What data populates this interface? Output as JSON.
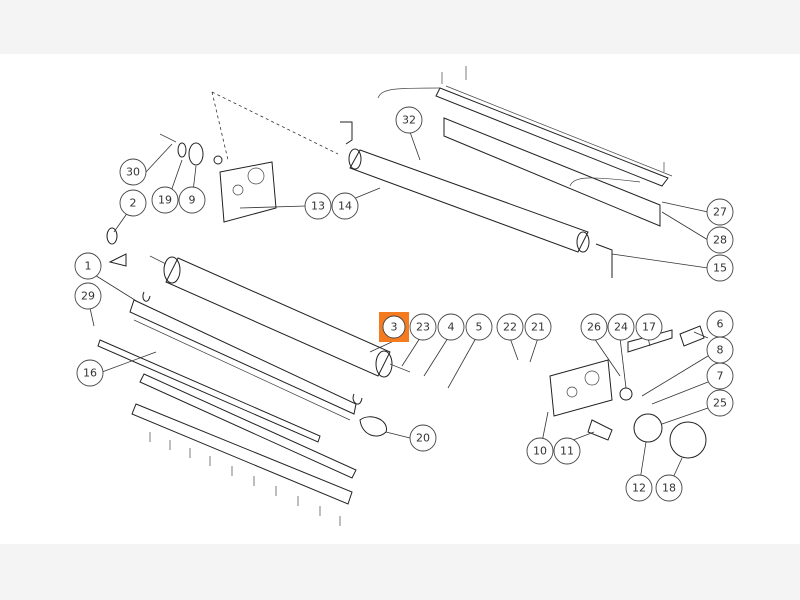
{
  "colors": {
    "highlight": "#F47B20",
    "line": "#222222",
    "callout_stroke": "#444444",
    "background": "#ffffff",
    "frame": "#f4f4f4"
  },
  "callouts": [
    {
      "id": "c30",
      "label": "30"
    },
    {
      "id": "c19",
      "label": "19"
    },
    {
      "id": "c9",
      "label": "9"
    },
    {
      "id": "c13",
      "label": "13"
    },
    {
      "id": "c14",
      "label": "14"
    },
    {
      "id": "c32",
      "label": "32"
    },
    {
      "id": "c27",
      "label": "27"
    },
    {
      "id": "c28",
      "label": "28"
    },
    {
      "id": "c15",
      "label": "15"
    },
    {
      "id": "c2",
      "label": "2"
    },
    {
      "id": "c1",
      "label": "1"
    },
    {
      "id": "c29",
      "label": "29"
    },
    {
      "id": "c16",
      "label": "16"
    },
    {
      "id": "c3",
      "label": "3",
      "highlight": true
    },
    {
      "id": "c23",
      "label": "23"
    },
    {
      "id": "c4",
      "label": "4"
    },
    {
      "id": "c5",
      "label": "5"
    },
    {
      "id": "c20",
      "label": "20"
    },
    {
      "id": "c22",
      "label": "22"
    },
    {
      "id": "c21",
      "label": "21"
    },
    {
      "id": "c26",
      "label": "26"
    },
    {
      "id": "c24",
      "label": "24"
    },
    {
      "id": "c17",
      "label": "17"
    },
    {
      "id": "c6",
      "label": "6"
    },
    {
      "id": "c8",
      "label": "8"
    },
    {
      "id": "c7",
      "label": "7"
    },
    {
      "id": "c25",
      "label": "25"
    },
    {
      "id": "c10",
      "label": "10"
    },
    {
      "id": "c11",
      "label": "11"
    },
    {
      "id": "c12",
      "label": "12"
    },
    {
      "id": "c18",
      "label": "18"
    }
  ]
}
